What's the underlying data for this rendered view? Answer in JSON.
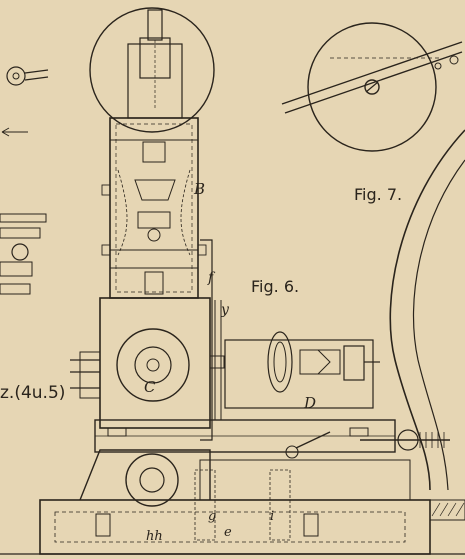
{
  "figures": {
    "fig6": "Fig. 6.",
    "fig7": "Fig. 7.",
    "side_note": "z.(4u.5)"
  },
  "labels": {
    "B": "B",
    "C": "C",
    "D": "D",
    "f": "f",
    "y": "y",
    "g": "g",
    "e": "e",
    "i": "i",
    "hh": "hh"
  },
  "colors": {
    "paper": "#e6d6b4",
    "ink": "#2a241c"
  }
}
